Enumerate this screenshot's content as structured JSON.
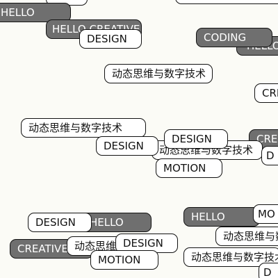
{
  "tags": {
    "top_right_empty": "",
    "top_left_small": "",
    "hello_1": "HELLO",
    "creative_1": "HELLO CREATIVE",
    "design_1": "DESIGN",
    "coding_1": "CODING",
    "hello_behind_coding": "HELLO",
    "cn_1": "动态思维与数字技术",
    "cre_right_1": "CRE",
    "cn_2": "动态思维与数字技术",
    "cre_right_2": "CRE",
    "design_2": "DESIGN",
    "cn_3": "动态思维与数字技术",
    "design_3": "DESIGN",
    "motion_1": "MOTION",
    "d_right": "D",
    "hello_2": "HELLO",
    "mo_right": "MO",
    "design_4": "DESIGN",
    "hello_3": "HELLO",
    "cn_4": "动态思维与数字技术",
    "creative_2": "CREATIVE",
    "cn_5": "动态思维",
    "design_5": "DESIGN",
    "motion_2": "MOTION",
    "cn_6": "动态思维与数字技术",
    "d_bottom_right": "D"
  }
}
